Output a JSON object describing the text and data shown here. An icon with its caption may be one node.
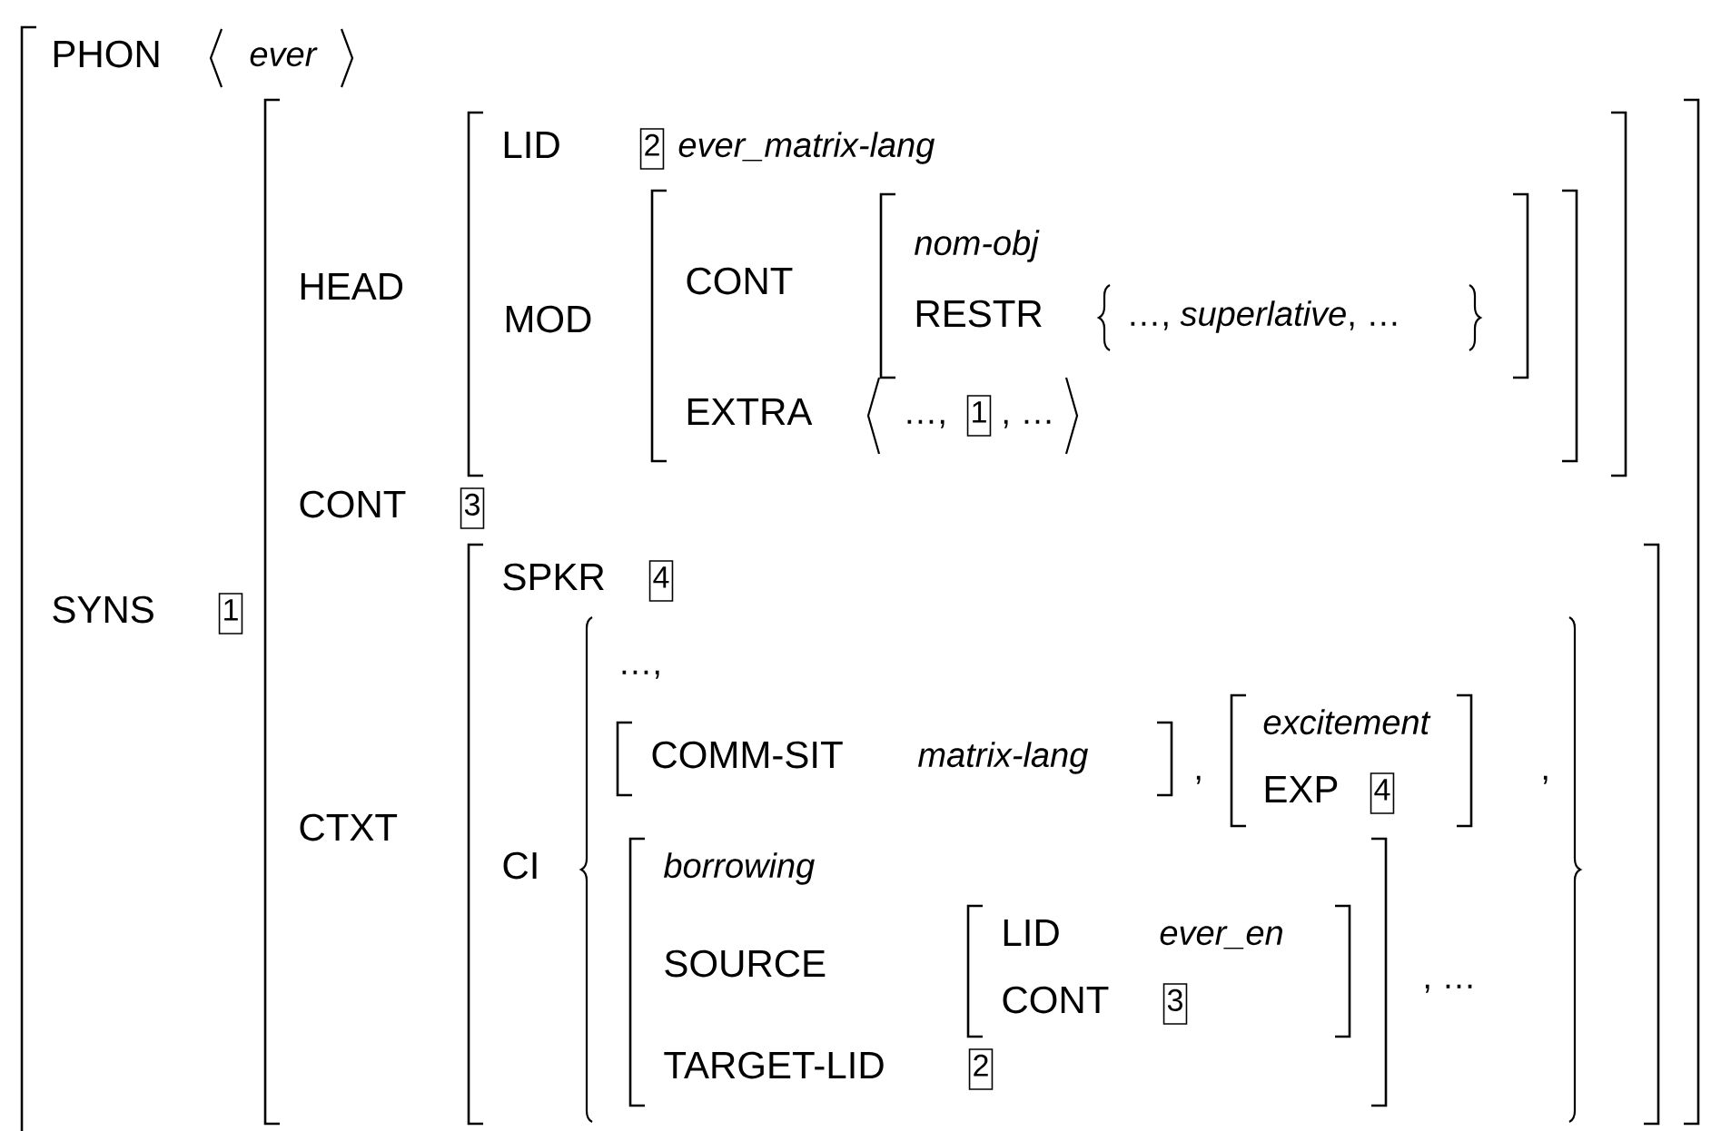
{
  "diagram": {
    "labels": [
      "PHON",
      "ever",
      "LID",
      "2",
      "ever_matrix-lang",
      "HEAD",
      "MOD",
      "CONT",
      "nom-obj",
      "RESTR",
      "…, *superlative*, …",
      "EXTRA",
      "…,",
      "1",
      ", …",
      "CONT",
      "3",
      "SYNS",
      "1",
      "SPKR",
      "4",
      "CTXT",
      "…,",
      "COMM-SIT",
      "matrix-lang",
      ",",
      "excitement",
      "EXP",
      "4",
      ",",
      "CI",
      "borrowing",
      "SOURCE",
      "LID",
      "ever_en",
      "CONT",
      "3",
      "TARGET-LID",
      "2",
      ", …"
    ]
  }
}
